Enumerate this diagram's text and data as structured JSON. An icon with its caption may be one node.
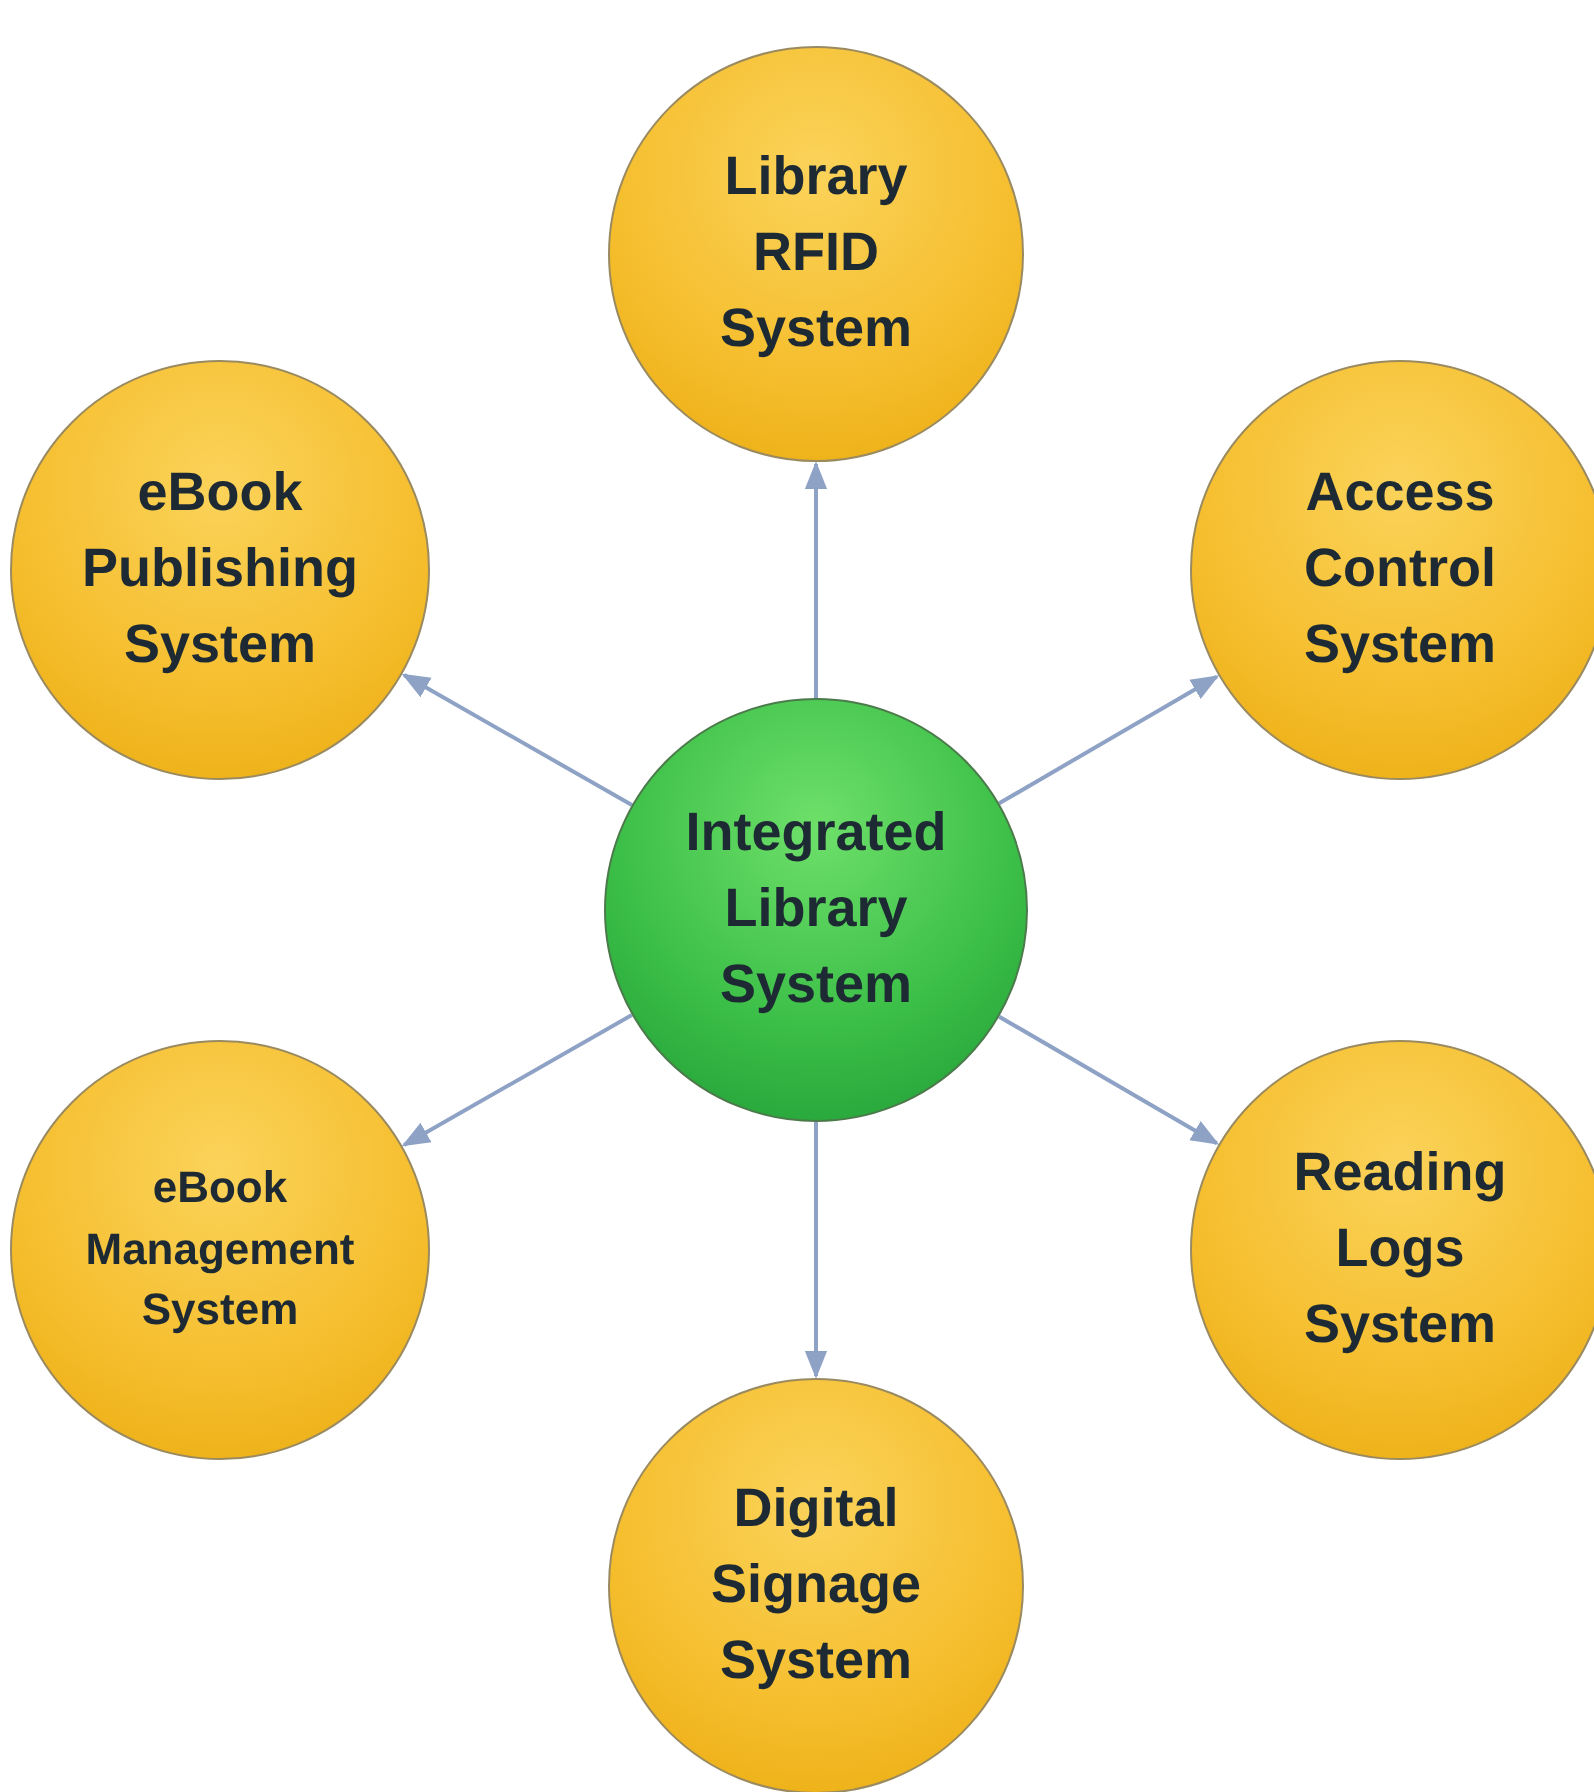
{
  "diagram": {
    "nodes": [
      {
        "text": [
          "Integrated Library System"
        ]
      },
      {
        "text": [
          "Library RFID System"
        ]
      },
      {
        "text": [
          "eBook Publishing System"
        ]
      },
      {
        "text": [
          "Access Control System"
        ]
      },
      {
        "text": [
          "eBook Management System"
        ]
      },
      {
        "text": [
          "Reading Logs System"
        ]
      },
      {
        "text": [
          "Digital Signage System"
        ]
      }
    ],
    "edges": [
      {
        "from": 0,
        "to": 1,
        "arrow": "to"
      },
      {
        "from": 0,
        "to": 2,
        "arrow": "to"
      },
      {
        "from": 0,
        "to": 3,
        "arrow": "to"
      },
      {
        "from": 0,
        "to": 4,
        "arrow": "to"
      },
      {
        "from": 0,
        "to": 5,
        "arrow": "to"
      },
      {
        "from": 0,
        "to": 6,
        "arrow": "to"
      }
    ]
  }
}
